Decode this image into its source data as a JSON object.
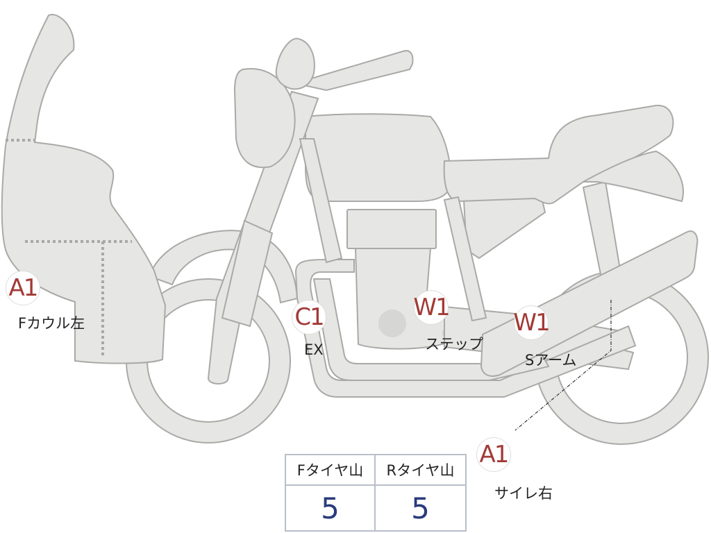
{
  "markers": [
    {
      "id": "f-cowl-left",
      "code": "A1",
      "label": "Fカウル左",
      "color": "#a23a36"
    },
    {
      "id": "exhaust",
      "code": "C1",
      "label": "EX",
      "color": "#a23a36"
    },
    {
      "id": "step",
      "code": "W1",
      "label": "ステップ",
      "color": "#a23a36"
    },
    {
      "id": "swing-arm",
      "code": "W1",
      "label": "Sアーム",
      "color": "#a23a36"
    },
    {
      "id": "silencer-right",
      "code": "A1",
      "label": "サイレ右",
      "color": "#a23a36"
    }
  ],
  "tread_table": {
    "headers": [
      "Fタイヤ山",
      "Rタイヤ山"
    ],
    "values": [
      "5",
      "5"
    ],
    "value_color": "#2a3b7c"
  },
  "colors": {
    "body_fill": "#e6e6e4",
    "outline": "#a9a9a7",
    "marker_text": "#a23a36"
  }
}
